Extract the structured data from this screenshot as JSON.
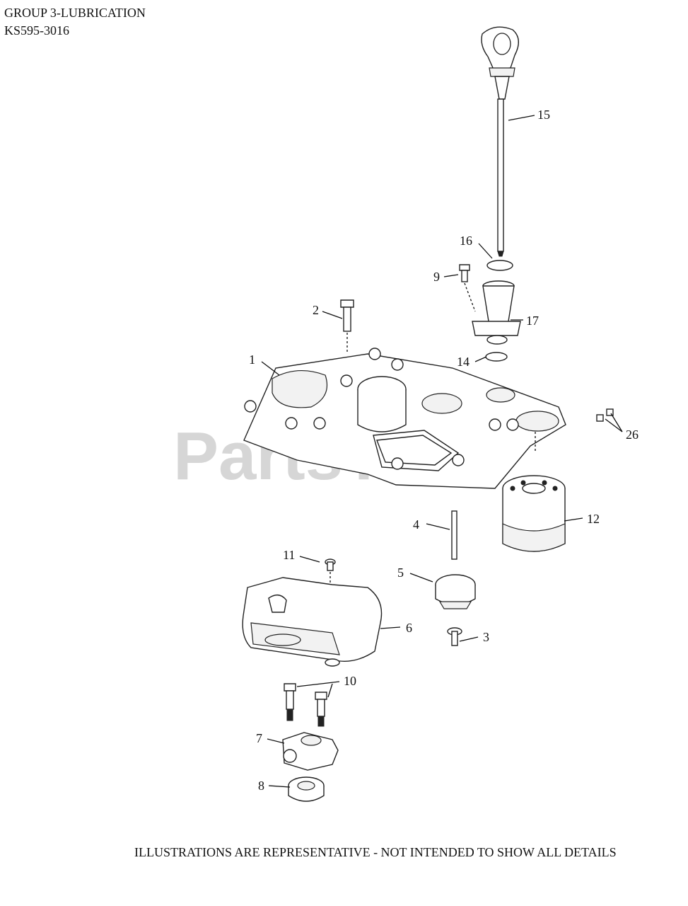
{
  "header": {
    "group": "GROUP 3-LUBRICATION",
    "model": "KS595-3016"
  },
  "watermark": "PartsTree",
  "footer": "ILLUSTRATIONS ARE REPRESENTATIVE - NOT INTENDED TO SHOW ALL DETAILS",
  "callouts": {
    "c1": "1",
    "c2": "2",
    "c3": "3",
    "c4": "4",
    "c5": "5",
    "c6": "6",
    "c7": "7",
    "c8": "8",
    "c9": "9",
    "c10": "10",
    "c11": "11",
    "c12": "12",
    "c14": "14",
    "c15": "15",
    "c16": "16",
    "c17": "17",
    "c26": "26"
  }
}
